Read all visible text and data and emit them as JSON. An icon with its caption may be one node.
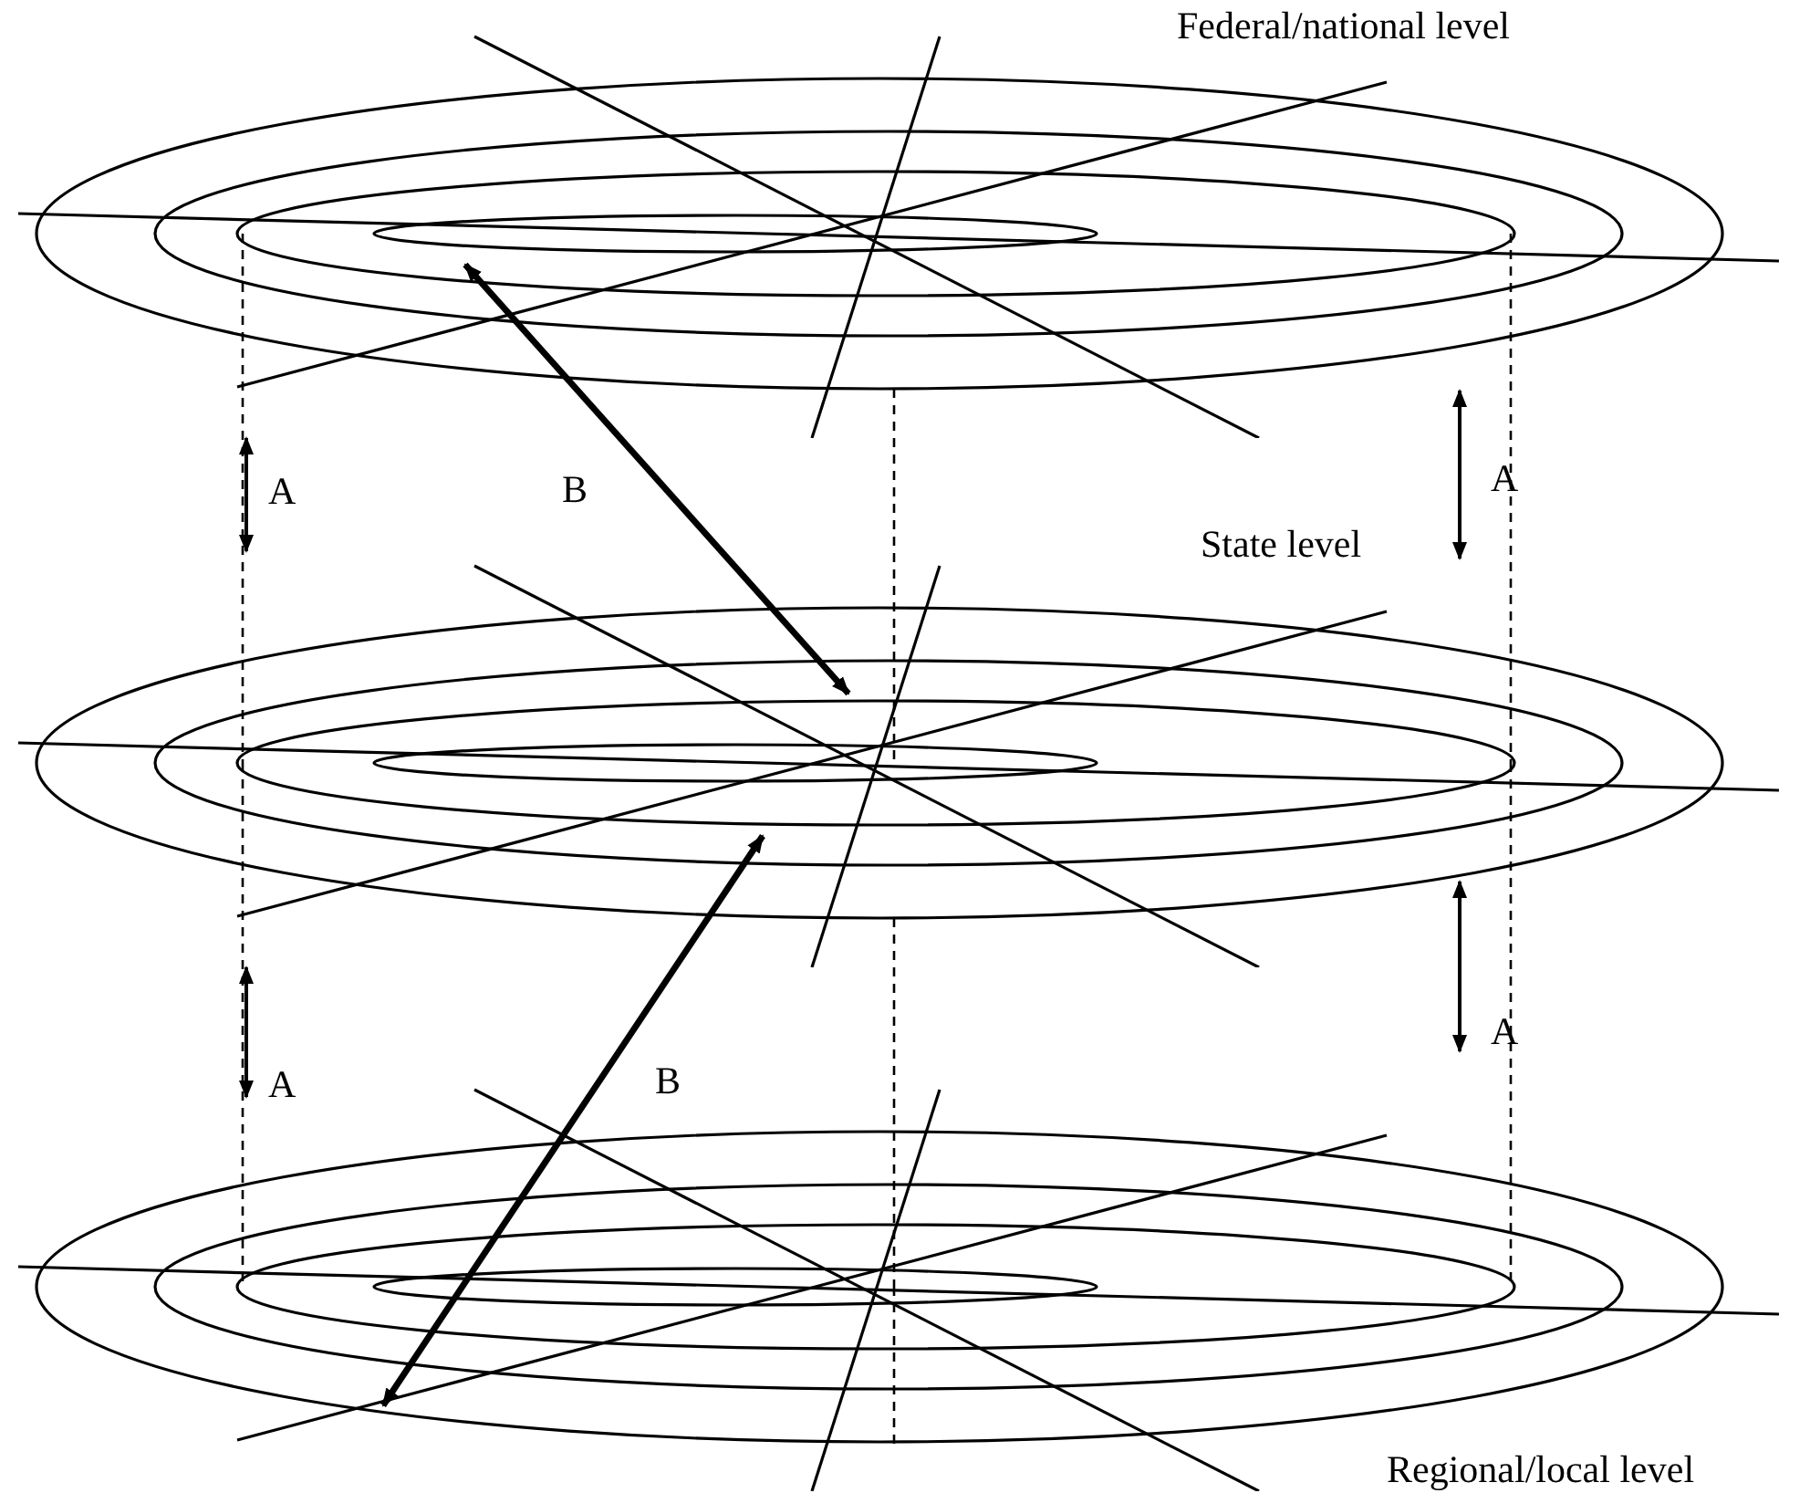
{
  "diagram": {
    "nodes": [
      {
        "text": [],
        "shape": "picture",
        "beside": [
          "Federal/national level"
        ]
      },
      {
        "text": [],
        "shape": "picture",
        "beside": [
          "State level"
        ]
      },
      {
        "text": [],
        "shape": "picture",
        "beside": [
          "Regional/local level"
        ]
      }
    ],
    "edges": [
      {
        "from": 0,
        "to": 1,
        "arrow": "both",
        "label": "B",
        "style": "thick"
      },
      {
        "from": 1,
        "to": 2,
        "arrow": "both",
        "label": "B",
        "style": "thick"
      },
      {
        "from": 0,
        "to": 1,
        "arrow": "none",
        "style": "dashed"
      },
      {
        "from": 1,
        "to": 2,
        "arrow": "none",
        "style": "dashed"
      },
      {
        "from": 0,
        "to": 1,
        "arrow": "none",
        "style": "dashed"
      },
      {
        "from": 1,
        "to": 2,
        "arrow": "none",
        "style": "dashed"
      },
      {
        "from": 0,
        "to": 1,
        "arrow": "none",
        "style": "dashed"
      },
      {
        "from": 1,
        "to": 2,
        "arrow": "none",
        "style": "dashed"
      }
    ],
    "labels": [
      "A",
      "A",
      "A",
      "A"
    ]
  }
}
